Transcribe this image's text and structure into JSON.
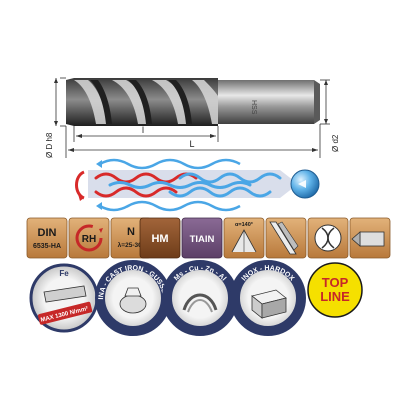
{
  "drawing": {
    "dim_overall_length": "L",
    "dim_flute_length": "l",
    "dim_drill_diameter": "Ø D h8",
    "dim_shank_diameter": "Ø d2",
    "shank_marking": "HSS"
  },
  "icons": {
    "din": {
      "line1": "DIN",
      "line2": "6535-HA"
    },
    "rh": "RH",
    "type_n": {
      "letter": "N",
      "angle": "λ=25-30°"
    },
    "material": "HM",
    "coating": "TIAlN",
    "point_angle": "α=140°"
  },
  "badges": {
    "steel": {
      "top": "Fe",
      "bottom": "MAX 1300 N/mm²"
    },
    "cast_iron": {
      "text": "LITINA - CAST IRON - GUSSEISEN"
    },
    "non_ferrous": {
      "text": "Ms - Cu - Zn - Al"
    },
    "inox": {
      "text": "INOX - HARDOX"
    },
    "top_line": {
      "line1": "TOP",
      "line2": "LINE"
    }
  },
  "colors": {
    "tile_tan": "#c98f4c",
    "tile_brown": "#8a4f25",
    "tile_purple": "#73517e",
    "badge_navy": "#2e3a68",
    "top_line_yellow": "#f5e000",
    "flow_red": "#d82a2a",
    "flow_blue": "#4aa6e6"
  }
}
